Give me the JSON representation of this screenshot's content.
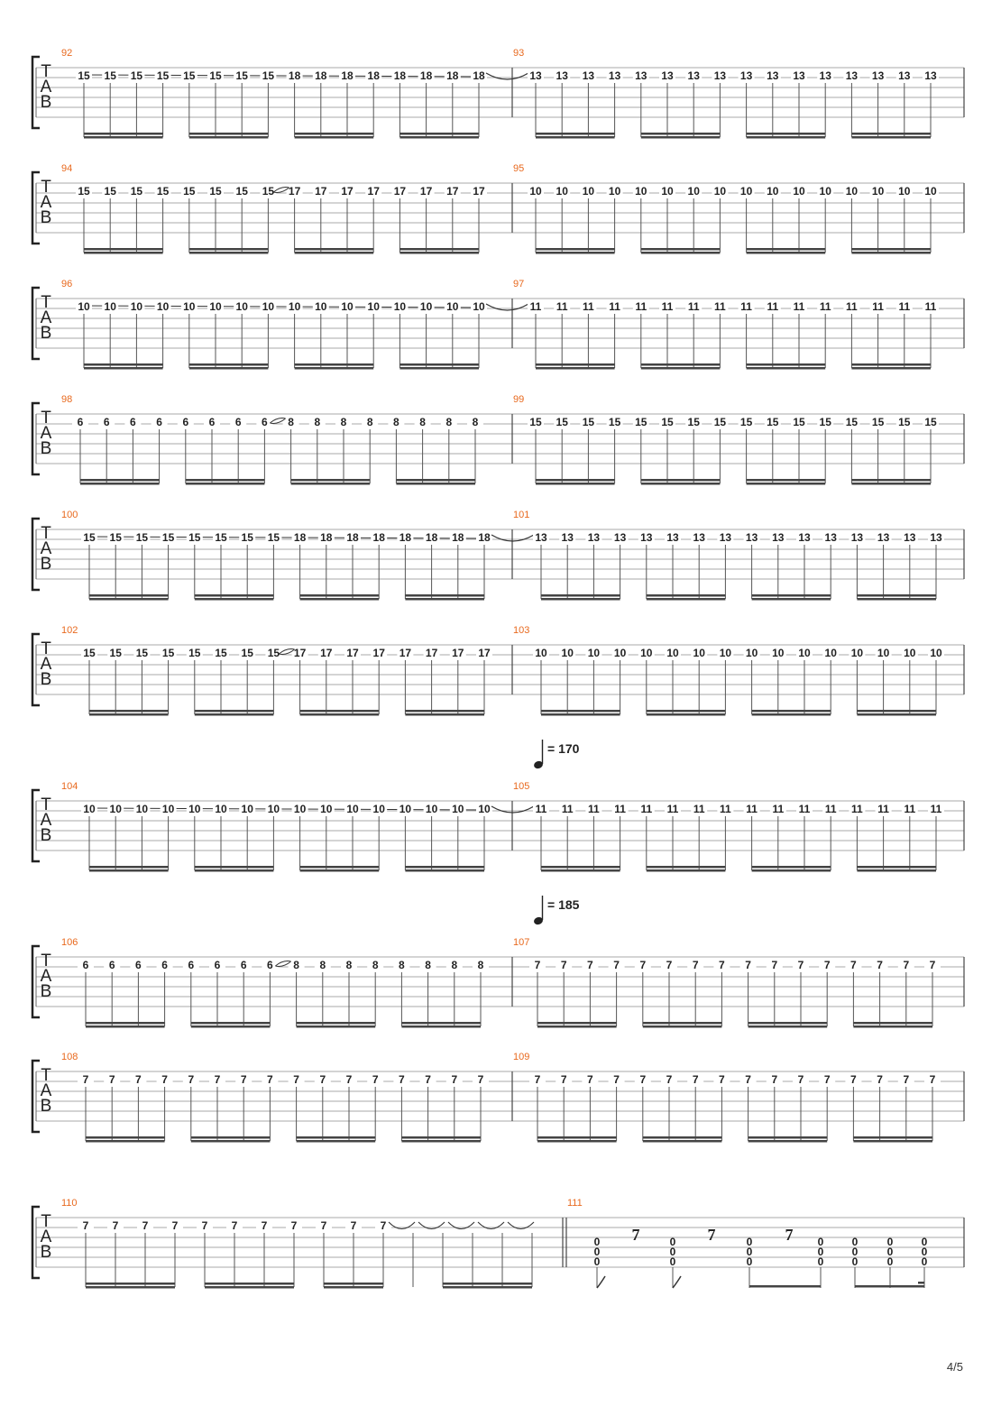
{
  "page": {
    "number": "4/5"
  },
  "tab_clef": [
    "T",
    "A",
    "B"
  ],
  "colors": {
    "measure_number": "#e8691e",
    "staff_line": "#999999",
    "ink": "#222222"
  },
  "systems": [
    {
      "measures": [
        {
          "number": "92",
          "notes": [
            "15",
            "15",
            "15",
            "15",
            "15",
            "15",
            "15",
            "15",
            "18",
            "18",
            "18",
            "18",
            "18",
            "18",
            "18",
            "18"
          ],
          "slide": true,
          "tie_to_next": true
        },
        {
          "number": "93",
          "notes": [
            "13",
            "13",
            "13",
            "13",
            "13",
            "13",
            "13",
            "13",
            "13",
            "13",
            "13",
            "13",
            "13",
            "13",
            "13",
            "13"
          ]
        }
      ]
    },
    {
      "measures": [
        {
          "number": "94",
          "notes": [
            "15",
            "15",
            "15",
            "15",
            "15",
            "15",
            "15",
            "15",
            "17",
            "17",
            "17",
            "17",
            "17",
            "17",
            "17",
            "17"
          ],
          "hammer_at": 8
        },
        {
          "number": "95",
          "notes": [
            "10",
            "10",
            "10",
            "10",
            "10",
            "10",
            "10",
            "10",
            "10",
            "10",
            "10",
            "10",
            "10",
            "10",
            "10",
            "10"
          ]
        }
      ]
    },
    {
      "measures": [
        {
          "number": "96",
          "notes": [
            "10",
            "10",
            "10",
            "10",
            "10",
            "10",
            "10",
            "10",
            "10",
            "10",
            "10",
            "10",
            "10",
            "10",
            "10",
            "10"
          ],
          "slide": true,
          "tie_to_next": true
        },
        {
          "number": "97",
          "notes": [
            "11",
            "11",
            "11",
            "11",
            "11",
            "11",
            "11",
            "11",
            "11",
            "11",
            "11",
            "11",
            "11",
            "11",
            "11",
            "11"
          ]
        }
      ]
    },
    {
      "measures": [
        {
          "number": "98",
          "notes": [
            "6",
            "6",
            "6",
            "6",
            "6",
            "6",
            "6",
            "6",
            "8",
            "8",
            "8",
            "8",
            "8",
            "8",
            "8",
            "8"
          ],
          "hammer_at": 8
        },
        {
          "number": "99",
          "notes": [
            "15",
            "15",
            "15",
            "15",
            "15",
            "15",
            "15",
            "15",
            "15",
            "15",
            "15",
            "15",
            "15",
            "15",
            "15",
            "15"
          ]
        }
      ]
    },
    {
      "measures": [
        {
          "number": "100",
          "notes": [
            "15",
            "15",
            "15",
            "15",
            "15",
            "15",
            "15",
            "15",
            "18",
            "18",
            "18",
            "18",
            "18",
            "18",
            "18",
            "18"
          ],
          "slide": true,
          "tie_to_next": true
        },
        {
          "number": "101",
          "notes": [
            "13",
            "13",
            "13",
            "13",
            "13",
            "13",
            "13",
            "13",
            "13",
            "13",
            "13",
            "13",
            "13",
            "13",
            "13",
            "13"
          ]
        }
      ]
    },
    {
      "measures": [
        {
          "number": "102",
          "notes": [
            "15",
            "15",
            "15",
            "15",
            "15",
            "15",
            "15",
            "15",
            "17",
            "17",
            "17",
            "17",
            "17",
            "17",
            "17",
            "17"
          ],
          "hammer_at": 8
        },
        {
          "number": "103",
          "notes": [
            "10",
            "10",
            "10",
            "10",
            "10",
            "10",
            "10",
            "10",
            "10",
            "10",
            "10",
            "10",
            "10",
            "10",
            "10",
            "10"
          ]
        }
      ]
    },
    {
      "tempo": "= 170",
      "measures": [
        {
          "number": "104",
          "notes": [
            "10",
            "10",
            "10",
            "10",
            "10",
            "10",
            "10",
            "10",
            "10",
            "10",
            "10",
            "10",
            "10",
            "10",
            "10",
            "10"
          ],
          "slide": true,
          "tie_to_next": true
        },
        {
          "number": "105",
          "notes": [
            "11",
            "11",
            "11",
            "11",
            "11",
            "11",
            "11",
            "11",
            "11",
            "11",
            "11",
            "11",
            "11",
            "11",
            "11",
            "11"
          ]
        }
      ]
    },
    {
      "tempo": "= 185",
      "measures": [
        {
          "number": "106",
          "notes": [
            "6",
            "6",
            "6",
            "6",
            "6",
            "6",
            "6",
            "6",
            "8",
            "8",
            "8",
            "8",
            "8",
            "8",
            "8",
            "8"
          ],
          "hammer_at": 8
        },
        {
          "number": "107",
          "notes": [
            "7",
            "7",
            "7",
            "7",
            "7",
            "7",
            "7",
            "7",
            "7",
            "7",
            "7",
            "7",
            "7",
            "7",
            "7",
            "7"
          ]
        }
      ]
    },
    {
      "measures": [
        {
          "number": "108",
          "notes": [
            "7",
            "7",
            "7",
            "7",
            "7",
            "7",
            "7",
            "7",
            "7",
            "7",
            "7",
            "7",
            "7",
            "7",
            "7",
            "7"
          ]
        },
        {
          "number": "109",
          "notes": [
            "7",
            "7",
            "7",
            "7",
            "7",
            "7",
            "7",
            "7",
            "7",
            "7",
            "7",
            "7",
            "7",
            "7",
            "7",
            "7"
          ]
        }
      ]
    },
    {
      "measures": [
        {
          "number": "110",
          "notes": [
            "7",
            "7",
            "7",
            "7",
            "7",
            "7",
            "7",
            "7",
            "7",
            "7",
            "7"
          ],
          "tied_tail": 5
        },
        {
          "number": "111",
          "chord_fret": "0",
          "rest_symbol": "7",
          "events": [
            "chord",
            "rest",
            "chord",
            "rest",
            "chord",
            "rest",
            "chord",
            "chord",
            "chord",
            "chord"
          ]
        }
      ]
    }
  ]
}
